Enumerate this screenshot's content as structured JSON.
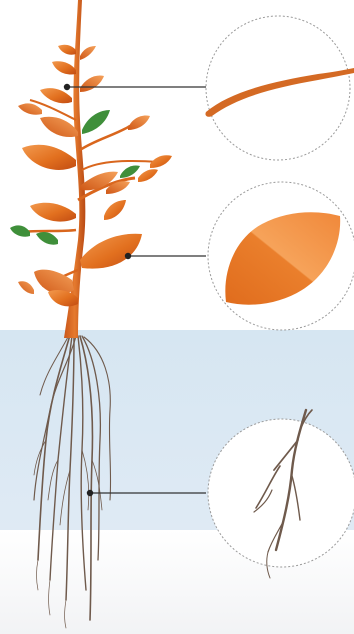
{
  "diagram": {
    "colors": {
      "soil_band": "#dce9f3",
      "stem": "#d9661d",
      "leaf_orange_light": "#f08a3a",
      "leaf_orange_dark": "#c94f12",
      "leaf_green": "#3f8f3a",
      "root": "#6f5a4c",
      "callout_line": "#333333",
      "callout_circle": "#9a9a9a"
    },
    "parts": [
      {
        "part": "stem",
        "icon": "stem-segment-icon"
      },
      {
        "part": "leaf",
        "icon": "leaf-icon"
      },
      {
        "part": "root",
        "icon": "root-branch-icon"
      }
    ]
  }
}
